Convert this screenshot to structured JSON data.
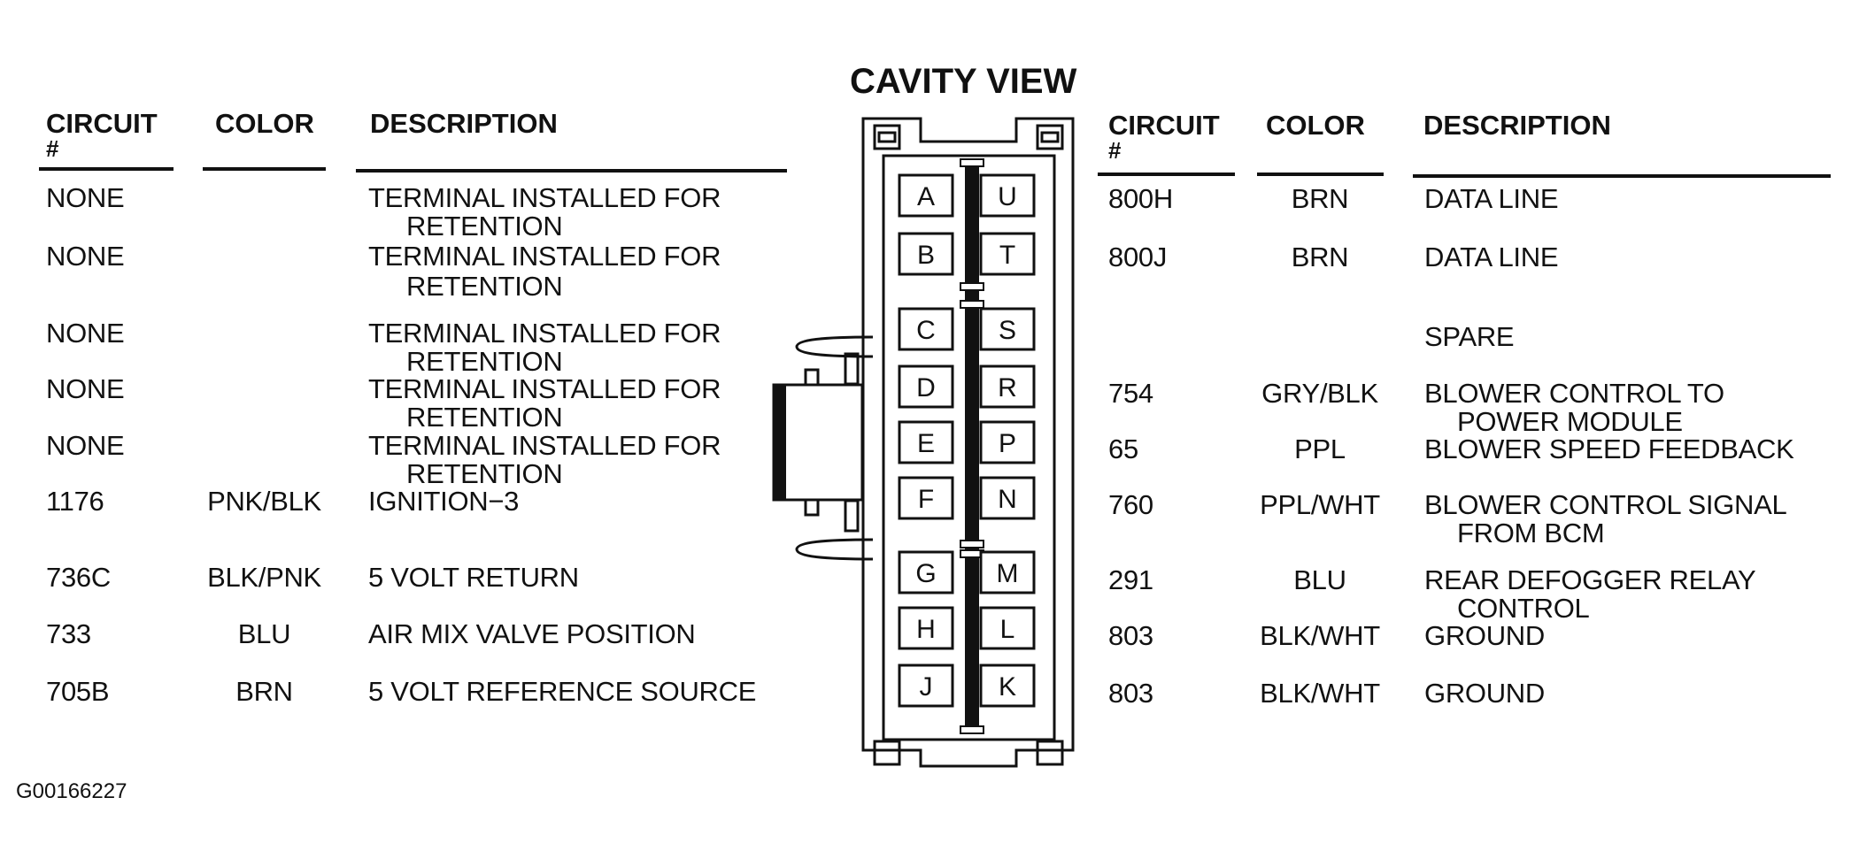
{
  "title": "CAVITY VIEW",
  "figure_code": "G00166227",
  "left_table": {
    "headers": {
      "circuit": "CIRCUIT",
      "circuit_sub": "#",
      "color": "COLOR",
      "description": "DESCRIPTION"
    },
    "rows": [
      {
        "circuit": "NONE",
        "color": "",
        "desc1": "TERMINAL INSTALLED FOR",
        "desc2": "RETENTION"
      },
      {
        "circuit": "NONE",
        "color": "",
        "desc1": "TERMINAL INSTALLED FOR",
        "desc2": "RETENTION"
      },
      {
        "circuit": "NONE",
        "color": "",
        "desc1": "TERMINAL INSTALLED FOR",
        "desc2": "RETENTION"
      },
      {
        "circuit": "NONE",
        "color": "",
        "desc1": "TERMINAL INSTALLED FOR",
        "desc2": "RETENTION"
      },
      {
        "circuit": "NONE",
        "color": "",
        "desc1": "TERMINAL INSTALLED FOR",
        "desc2": "RETENTION"
      },
      {
        "circuit": "1176",
        "color": "PNK/BLK",
        "desc1": "IGNITION−3",
        "desc2": ""
      },
      {
        "circuit": "736C",
        "color": "BLK/PNK",
        "desc1": "5 VOLT RETURN",
        "desc2": ""
      },
      {
        "circuit": "733",
        "color": "BLU",
        "desc1": "AIR MIX VALVE POSITION",
        "desc2": ""
      },
      {
        "circuit": "705B",
        "color": "BRN",
        "desc1": "5 VOLT REFERENCE SOURCE",
        "desc2": ""
      }
    ]
  },
  "right_table": {
    "headers": {
      "circuit": "CIRCUIT",
      "circuit_sub": "#",
      "color": "COLOR",
      "description": "DESCRIPTION"
    },
    "rows": [
      {
        "circuit": "800H",
        "color": "BRN",
        "desc1": "DATA LINE",
        "desc2": ""
      },
      {
        "circuit": "800J",
        "color": "BRN",
        "desc1": "DATA LINE",
        "desc2": ""
      },
      {
        "circuit": "",
        "color": "",
        "desc1": "SPARE",
        "desc2": ""
      },
      {
        "circuit": "754",
        "color": "GRY/BLK",
        "desc1": "BLOWER CONTROL TO",
        "desc2": "POWER MODULE"
      },
      {
        "circuit": "65",
        "color": "PPL",
        "desc1": "BLOWER SPEED FEEDBACK",
        "desc2": ""
      },
      {
        "circuit": "760",
        "color": "PPL/WHT",
        "desc1": "BLOWER CONTROL SIGNAL",
        "desc2": "FROM BCM"
      },
      {
        "circuit": "291",
        "color": "BLU",
        "desc1": "REAR DEFOGGER RELAY",
        "desc2": "CONTROL"
      },
      {
        "circuit": "803",
        "color": "BLK/WHT",
        "desc1": "GROUND",
        "desc2": ""
      },
      {
        "circuit": "803",
        "color": "BLK/WHT",
        "desc1": "GROUND",
        "desc2": ""
      }
    ]
  },
  "cavities": {
    "left": [
      "A",
      "B",
      "C",
      "D",
      "E",
      "F",
      "G",
      "H",
      "J"
    ],
    "right": [
      "U",
      "T",
      "S",
      "R",
      "P",
      "N",
      "M",
      "L",
      "K"
    ]
  }
}
